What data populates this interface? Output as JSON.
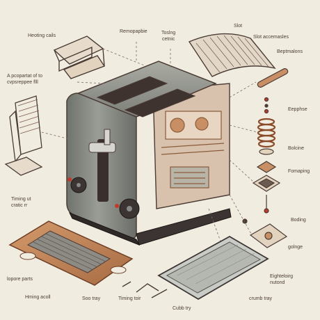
{
  "labels": {
    "heating_coils": "Heoting cails",
    "removable": "Remopapbie",
    "toasting_chamber": "Toslng\ncetnic",
    "slot": "Slot",
    "slot_accessories": "Slot accemasles",
    "explanations": "Beptmalons",
    "appliance_parts": "A pcopartat of to\ncvpsreppee flll",
    "emphase": "Eepphse",
    "bolt_line": "Bolcine",
    "forming": "Fomaping",
    "timing_crumb": "Timing ut\ncratic rr",
    "boding": "Boding",
    "gasket": "golnge",
    "lower_parts": "lopore parts",
    "timing_scroll": "Hming acoll",
    "side_tray": "Soo tray",
    "timing_tair": "Timing toir",
    "crumb_tray_outline": "Eighteloirg\nnutond",
    "crumb_tray": "crumb tray",
    "cubb_try": "Cubb try"
  },
  "colors": {
    "background": "#f1ece0",
    "ink": "#4a3b35",
    "body_gray": "#8b8e86",
    "accent_red": "#c0392b",
    "copper": "#b9734a",
    "wood": "#c08659"
  }
}
